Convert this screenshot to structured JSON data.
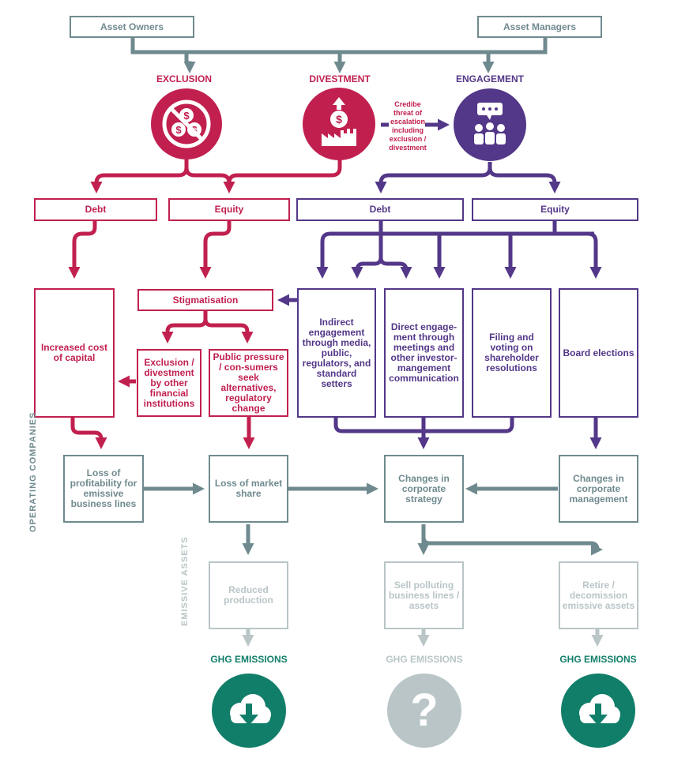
{
  "colors": {
    "grey": "#6f8a8f",
    "red": "#c1204f",
    "purple": "#533788",
    "light": "#b9c5c7",
    "green": "#117e69"
  },
  "top": {
    "asset_owners": "Asset Owners",
    "asset_managers": "Asset Managers"
  },
  "strategies": {
    "exclusion": "EXCLUSION",
    "divestment": "DIVESTMENT",
    "engagement": "ENGAGEMENT",
    "threat_note": "Credibe threat of escalation including exclusion / divestment"
  },
  "instruments": {
    "red_debt": "Debt",
    "red_equity": "Equity",
    "purple_debt": "Debt",
    "purple_equity": "Equity"
  },
  "red_mechanisms": {
    "increased_cost": "Increased cost of capital",
    "stigmatisation": "Stigmatisation",
    "exclusion_by_others": "Exclusion / divestment by other financial institutions",
    "public_pressure": "Public pressure / con-sumers seek alternatives, regulatory change"
  },
  "purple_mechanisms": {
    "indirect": "Indirect engagement through media, public, regulators, and standard setters",
    "direct": "Direct engage-ment through meetings and other investor-mangement communication",
    "filing": "Filing and voting on shareholder resolutions",
    "board": "Board elections"
  },
  "companies": {
    "section_label": "OPERATING COMPANIES",
    "loss_profitability": "Loss of profitability for emissive business lines",
    "loss_market_share": "Loss of market share",
    "changes_strategy": "Changes in corporate strategy",
    "changes_management": "Changes in corporate management"
  },
  "assets": {
    "section_label": "EMISSIVE ASSETS",
    "reduced_production": "Reduced production",
    "sell_polluting": "Sell polluting business lines / assets",
    "retire": "Retire / decomission emissive assets"
  },
  "emissions": {
    "left_label": "GHG EMISSIONS",
    "middle_label": "GHG EMISSIONS",
    "right_label": "GHG EMISSIONS",
    "middle_symbol": "?"
  },
  "icons": {
    "exclusion": "no-money-icon",
    "divestment": "divestment-factory-icon",
    "engagement": "meeting-people-icon",
    "emissions_down": "cloud-download-icon"
  }
}
